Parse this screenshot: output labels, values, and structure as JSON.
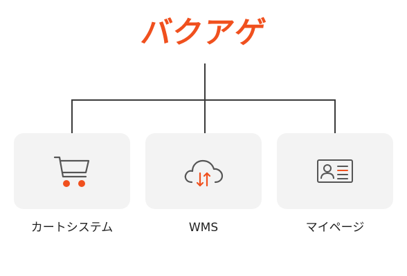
{
  "title": "バクアゲ",
  "colors": {
    "accent": "#f0501e",
    "line": "#3a3a3a",
    "card": "#f3f3f3",
    "text": "#222222"
  },
  "nodes": [
    {
      "label": "カートシステム",
      "icon": "shopping-cart-icon"
    },
    {
      "label": "WMS",
      "icon": "cloud-sync-icon"
    },
    {
      "label": "マイページ",
      "icon": "profile-card-icon"
    }
  ]
}
